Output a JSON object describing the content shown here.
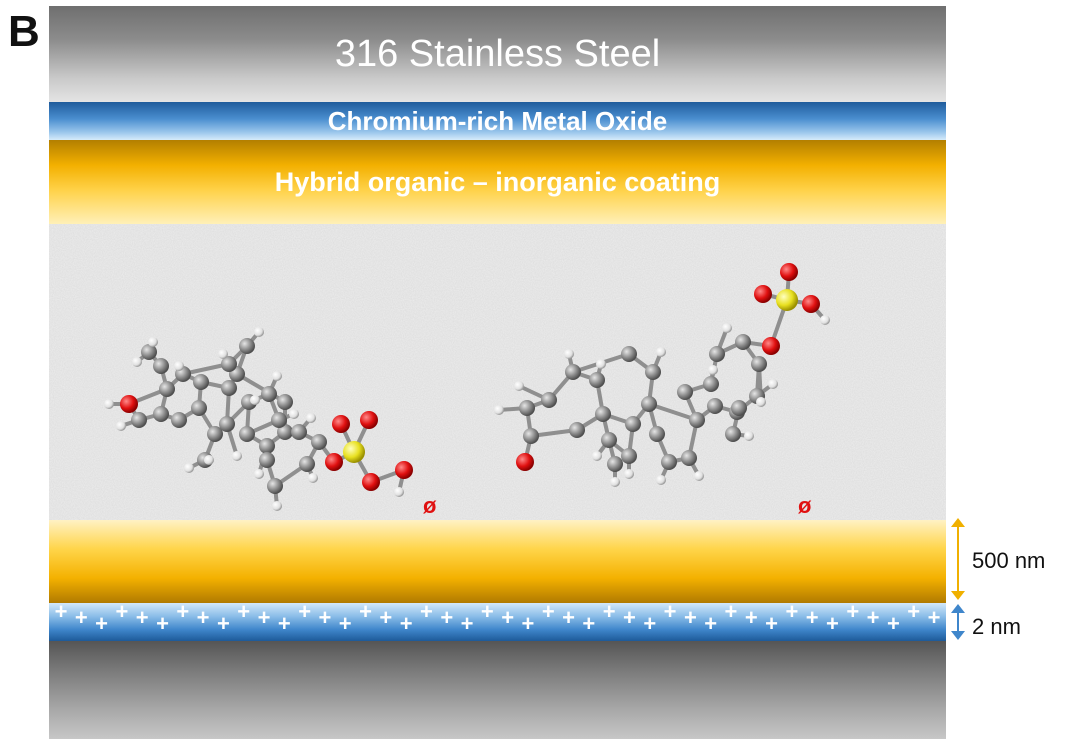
{
  "panel_label": "B",
  "layers": {
    "steel_top": "316 Stainless Steel",
    "oxide": "Chromium-rich Metal Oxide",
    "coating": "Hybrid organic – inorganic coating"
  },
  "null_marks": [
    "ø",
    "ø"
  ],
  "dimensions": {
    "coating_thickness": "500 nm",
    "charge_layer_thickness": "2 nm"
  },
  "colors": {
    "carbon": "#8a8a8a",
    "hydrogen": "#f2f2f2",
    "oxygen": "#e01010",
    "sulfur": "#e8e020",
    "coating_arrow": "#f0b000",
    "charge_arrow": "#3f86cb"
  }
}
